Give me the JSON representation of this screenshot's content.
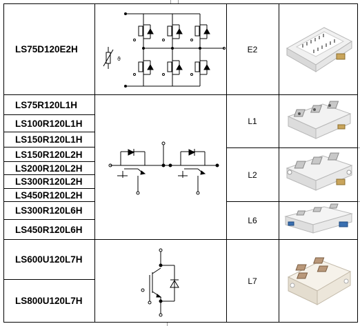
{
  "rows": [
    {
      "models": [
        "LS75D120E2H"
      ],
      "package": "E2",
      "topology": "six-pack-igbt"
    },
    {
      "models": [
        "LS75R120L1H",
        "LS100R120L1H",
        "LS150R120L1H"
      ],
      "package": "L1",
      "topology": "half-bridge-igbt"
    },
    {
      "models": [
        "LS150R120L2H",
        "LS200R120L2H",
        "LS300R120L2H",
        "LS450R120L2H"
      ],
      "package": "L2",
      "topology": "half-bridge-igbt"
    },
    {
      "models": [
        "LS300R120L6H",
        "LS450R120L6H"
      ],
      "package": "L6",
      "topology": "half-bridge-igbt"
    },
    {
      "models": [
        "LS600U120L7H",
        "LS800U120L7H"
      ],
      "package": "L7",
      "topology": "single-igbt"
    }
  ]
}
